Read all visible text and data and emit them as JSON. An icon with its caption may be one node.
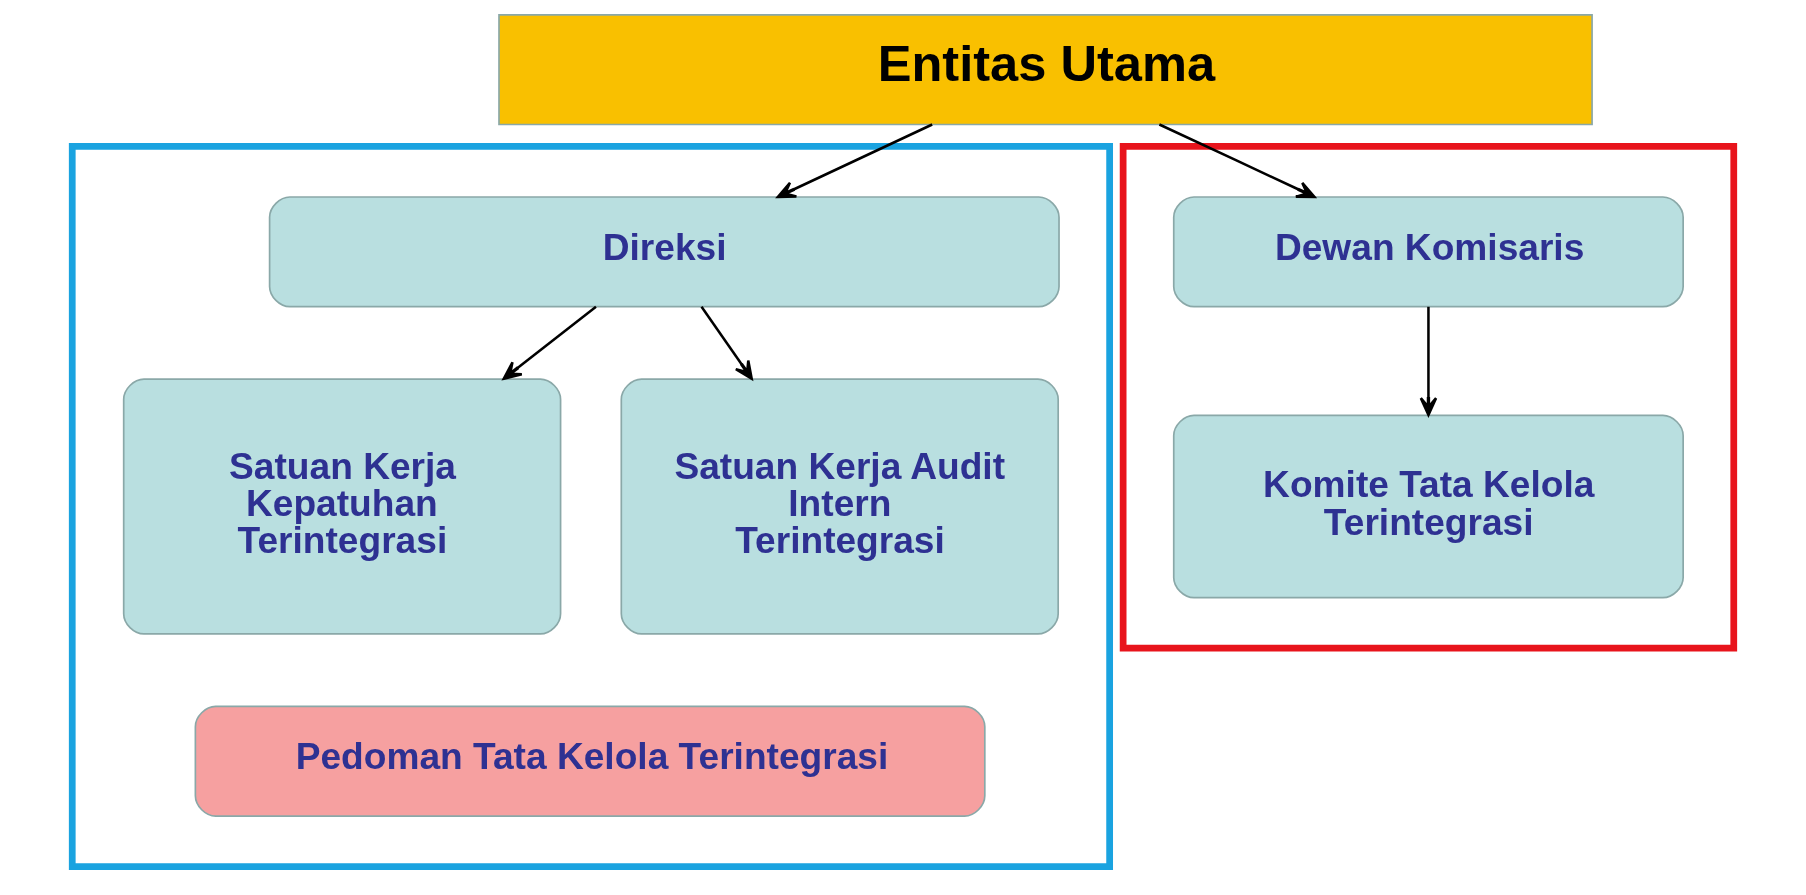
{
  "diagram": {
    "nodes": [
      {
        "text": [
          "Entitas Utama"
        ]
      },
      {
        "text": [],
        "shape": "box"
      },
      {
        "text": [
          "Direksi"
        ],
        "in": 1
      },
      {
        "text": [
          "Satuan Kerja Kepatuhan Terintegrasi"
        ],
        "in": 1
      },
      {
        "text": [
          "Satuan Kerja Audit Intern Terintegrasi"
        ],
        "in": 1
      },
      {
        "text": [
          "Pedoman Tata Kelola Terintegrasi"
        ],
        "in": 1
      },
      {
        "text": [],
        "shape": "box"
      },
      {
        "text": [
          "Dewan Komisaris"
        ],
        "in": 6
      },
      {
        "text": [
          "Komite Tata Kelola Terintegrasi"
        ],
        "in": 6
      }
    ],
    "edges": [
      {
        "from": 0,
        "to": 2,
        "arrow": "to"
      },
      {
        "from": 0,
        "to": 7,
        "arrow": "to"
      },
      {
        "from": 2,
        "to": 3,
        "arrow": "to"
      },
      {
        "from": 2,
        "to": 4,
        "arrow": "to"
      },
      {
        "from": 7,
        "to": 8,
        "arrow": "to"
      }
    ]
  }
}
